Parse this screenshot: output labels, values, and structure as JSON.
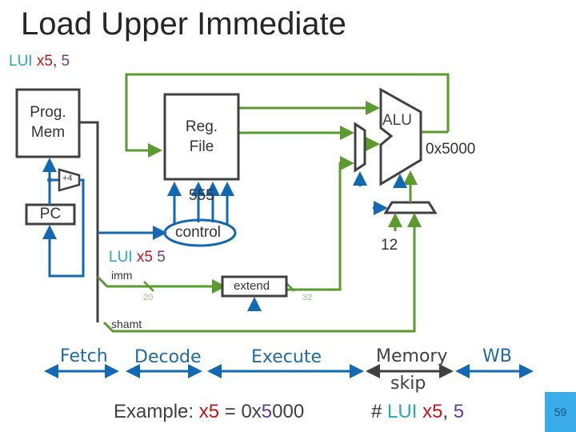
{
  "title": "Load Upper Immediate",
  "instruction": {
    "op": "LUI",
    "rd": "x5",
    "sep": ",",
    "imm": "5"
  },
  "blocks": {
    "prog_mem": [
      "Prog.",
      "Mem"
    ],
    "reg_file": [
      "Reg.",
      "File"
    ],
    "pc": "PC",
    "plus4": "+4",
    "alu": "ALU",
    "control": "control",
    "extend": "extend"
  },
  "labels": {
    "alu_result": "0x5000",
    "reg_widths": [
      "5",
      "5",
      "5"
    ],
    "imm_field": "imm",
    "shamt_field": "shamt",
    "imm_width": "20",
    "ext_width": "32",
    "mux_const": "12",
    "decode_op": "LUI",
    "decode_rd": "x5",
    "decode_imm": "5"
  },
  "stages": {
    "fetch": "Fetch",
    "decode": "Decode",
    "execute": "Execute",
    "memory": "Memory",
    "memory_note": "skip",
    "wb": "WB"
  },
  "example": {
    "prefix": "Example:",
    "reg": "x5",
    "eq": "=",
    "val_pre": "0x",
    "val_mid": "5",
    "val_post": "000"
  },
  "comment": {
    "hash": "#",
    "op": "LUI",
    "rd": "x5",
    "sep": ",",
    "imm": "5"
  },
  "page_number": "59",
  "colors": {
    "green": "#5b9a2d",
    "blue": "#1268b3",
    "dark": "#404040",
    "cyan": "#2aa6c7",
    "red": "#c0161c",
    "purple": "#6a3b8e",
    "page_box": "#3aacea"
  }
}
